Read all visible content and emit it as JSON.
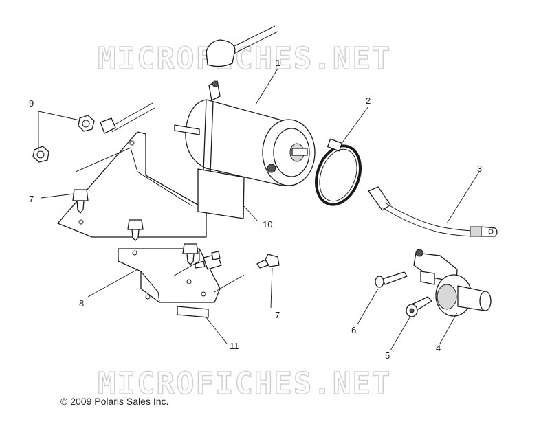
{
  "watermark": {
    "top": "MICROFICHES.NET",
    "bottom": "MICROFICHES.NET"
  },
  "copyright": "© 2009 Polaris Sales Inc.",
  "callouts": {
    "c1": "1",
    "c2": "2",
    "c3": "3",
    "c4": "4",
    "c5": "5",
    "c6": "6",
    "c7a": "7",
    "c7b": "7",
    "c8": "8",
    "c9": "9",
    "c10": "10",
    "c11": "11"
  },
  "colors": {
    "line": "#1a1a1a",
    "watermark": "#cfcfcf",
    "background": "#ffffff"
  }
}
